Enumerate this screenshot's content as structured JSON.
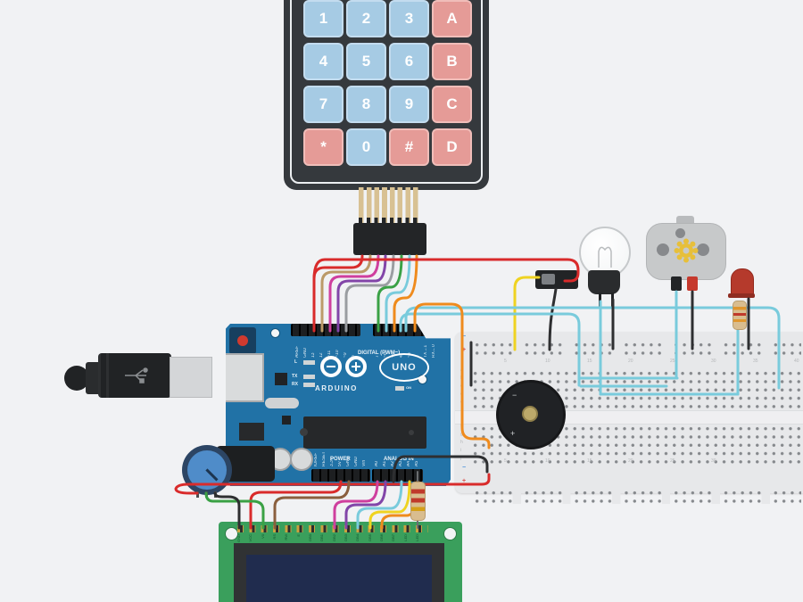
{
  "canvas": {
    "bg": "#f1f2f4"
  },
  "keypad": {
    "keys": [
      [
        "1",
        "2",
        "3",
        "A"
      ],
      [
        "4",
        "5",
        "6",
        "B"
      ],
      [
        "7",
        "8",
        "9",
        "C"
      ],
      [
        "*",
        "0",
        "#",
        "D"
      ]
    ],
    "key_blue": "#a6cbe4",
    "key_pink": "#e59b97",
    "frame": "#35393d"
  },
  "arduino": {
    "board_color": "#2172a6",
    "texts": {
      "digital": "DIGITAL (PWM~)",
      "power": "POWER",
      "analog": "ANALOG IN",
      "brand": "ARDUINO",
      "model": "UNO",
      "on": "ON",
      "l": "L",
      "tx": "TX",
      "rx": "RX"
    },
    "digital_pins": [
      "AREF",
      "GND",
      "13",
      "12",
      "~11",
      "~10",
      "~9",
      "8",
      "7",
      "~6",
      "~5",
      "4",
      "~3",
      "2",
      "TX→1",
      "RX←0"
    ],
    "power_pins": [
      "IOREF",
      "RESET",
      "3.3V",
      "5V",
      "GND",
      "GND",
      "Vin"
    ],
    "analog_pins": [
      "A0",
      "A1",
      "A2",
      "A3",
      "A4",
      "A5"
    ]
  },
  "breadboard": {
    "columns": [
      "5",
      "10",
      "15",
      "20",
      "25",
      "30",
      "35",
      "40"
    ],
    "rows_top": [
      "a",
      "b",
      "c",
      "d",
      "e"
    ],
    "rows_bottom": [
      "f",
      "g",
      "h",
      "i",
      "j"
    ],
    "rail_plus": "+",
    "rail_minus": "−",
    "base_color": "#e7e8ea"
  },
  "buzzer": {
    "plus": "+",
    "minus": "−"
  },
  "lcd": {
    "pins": [
      "GND",
      "VCC",
      "V0",
      "RS",
      "RW",
      "E",
      "DB0",
      "DB1",
      "DB2",
      "DB3",
      "DB4",
      "DB5",
      "DB6",
      "DB7",
      "LED",
      "LED"
    ],
    "board_color": "#3a9f5c",
    "screen_color": "#202c4e"
  },
  "wire_colors": {
    "red": "#d92b2b",
    "green": "#3aa145",
    "cyan": "#79cbdc",
    "orange": "#ef8b1d",
    "yellow": "#efd321",
    "magenta": "#cf3f9e",
    "purple": "#8245a8",
    "gray": "#9a9da1",
    "tan": "#bb9a68",
    "black": "#2e2f31",
    "brown": "#8a5f3e",
    "lead": "#6b6e71"
  },
  "component_colors": {
    "motor_gear": "#e7bf3a",
    "led_red": "#b53a2c",
    "pot_knob": "#4f8cc9"
  }
}
